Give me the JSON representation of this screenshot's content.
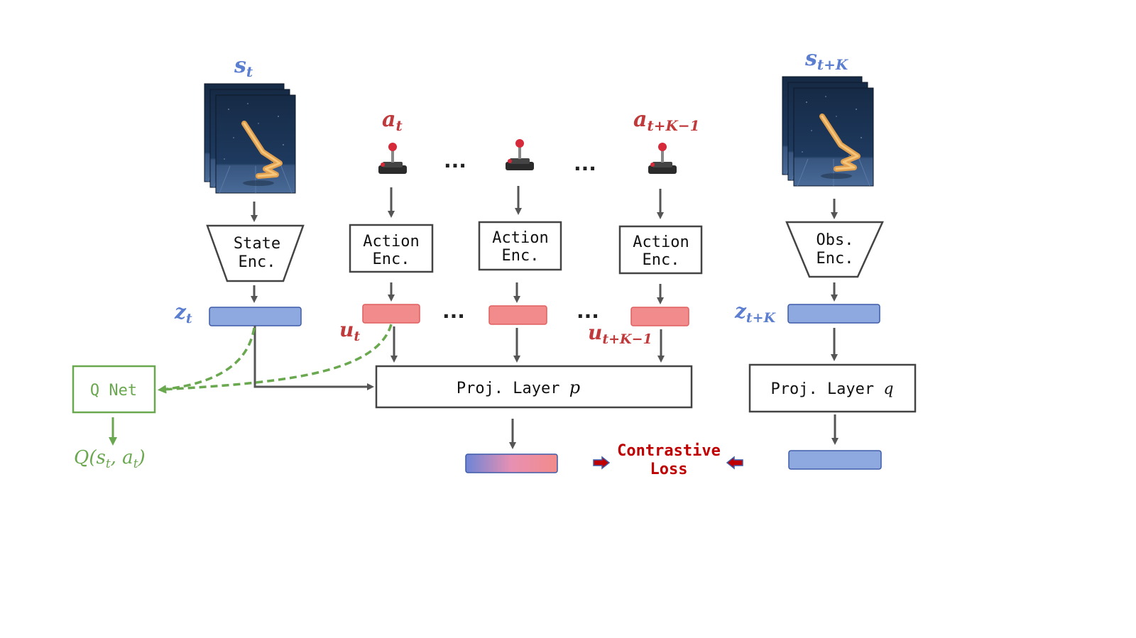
{
  "colors": {
    "state_blue": "#5b7ed0",
    "action_red": "#c0393b",
    "qnet_green": "#6aa84f",
    "loss_red": "#c00000",
    "latent_blue_fill": "#8ea9e0",
    "latent_blue_stroke": "#3d5ba8",
    "latent_red_fill": "#f28b8b",
    "latent_red_stroke": "#e06060",
    "arrow_gray": "#555555"
  },
  "labels": {
    "s_t": {
      "main": "s",
      "sub": "t"
    },
    "s_tk": {
      "main": "s",
      "sub": "t+K"
    },
    "a_t": {
      "main": "a",
      "sub": "t"
    },
    "a_tk1": {
      "main": "a",
      "sub": "t+K−1"
    },
    "z_t": {
      "main": "z",
      "sub": "t"
    },
    "z_tk": {
      "main": "z",
      "sub": "t+K"
    },
    "u_t": {
      "main": "u",
      "sub": "t"
    },
    "u_tk1": {
      "main": "u",
      "sub": "t+K−1"
    },
    "q_value": {
      "prefix": "Q(s",
      "sub1": "t",
      "mid": ", a",
      "sub2": "t",
      "suffix": ")"
    }
  },
  "boxes": {
    "state_enc": {
      "line1": "State",
      "line2": "Enc."
    },
    "obs_enc": {
      "line1": "Obs.",
      "line2": "Enc."
    },
    "action_enc": {
      "line1": "Action",
      "line2": "Enc."
    },
    "q_net": "Q Net",
    "proj_p": {
      "text": "Proj. Layer ",
      "var": "p"
    },
    "proj_q": {
      "text": "Proj. Layer ",
      "var": "q"
    }
  },
  "ellipsis": "...",
  "contrastive": {
    "line1": "Contrastive",
    "line2": "Loss"
  },
  "icons": {
    "frame_stack": "robot-frame-stack-icon",
    "joystick": "joystick-icon"
  }
}
